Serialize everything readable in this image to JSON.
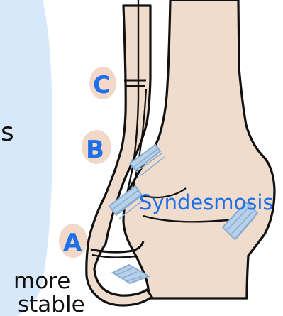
{
  "colors": {
    "bone": "#efdccd",
    "outline": "#111111",
    "panel": "#d7e8fb",
    "label_blue": "#1f6fe8",
    "label_bubble": "#f1d8c9",
    "ligament": "#b8d1ea",
    "ligament_stroke": "#8aaed1"
  },
  "labels": {
    "left_fragment": "s",
    "c": "C",
    "b": "B",
    "a": "A",
    "syndesmosis": "Syndesmosis",
    "more": "more",
    "stable": "stable"
  },
  "icons": {
    "tibia": "tibia-shape",
    "fibula": "fibula-shape",
    "ligament": "ligament-band"
  }
}
